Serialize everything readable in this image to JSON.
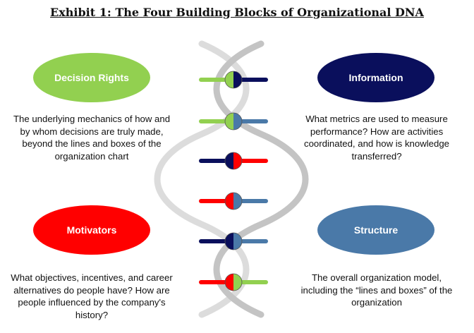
{
  "title": "Exhibit 1: The Four Building Blocks of Organizational DNA",
  "blocks": {
    "decision_rights": {
      "label": "Decision Rights",
      "color": "#92d050",
      "description": "The underlying mechanics of how and by whom decisions are truly made, beyond the lines and boxes of the organization chart"
    },
    "information": {
      "label": "Information",
      "color": "#0a0f5c",
      "description": "What metrics are used to measure performance? How are activities coordinated, and how is knowledge transferred?"
    },
    "motivators": {
      "label": "Motivators",
      "color": "#ff0000",
      "description": "What objectives, incentives, and career alternatives do people have? How are people influenced by the company's history?"
    },
    "structure": {
      "label": "Structure",
      "color": "#4a79a8",
      "description": "The overall organization model, including the “lines and boxes” of the organization"
    }
  },
  "helix_rungs": [
    {
      "left": "green",
      "right": "navy"
    },
    {
      "left": "green",
      "right": "steel"
    },
    {
      "left": "navy",
      "right": "red"
    },
    {
      "left": "red",
      "right": "steel"
    },
    {
      "left": "navy",
      "right": "steel"
    },
    {
      "left": "red",
      "right": "green"
    }
  ],
  "palette": {
    "green": "#92d050",
    "navy": "#0a0f5c",
    "red": "#ff0000",
    "steel": "#4a79a8",
    "strand": "#c8c8c8"
  }
}
